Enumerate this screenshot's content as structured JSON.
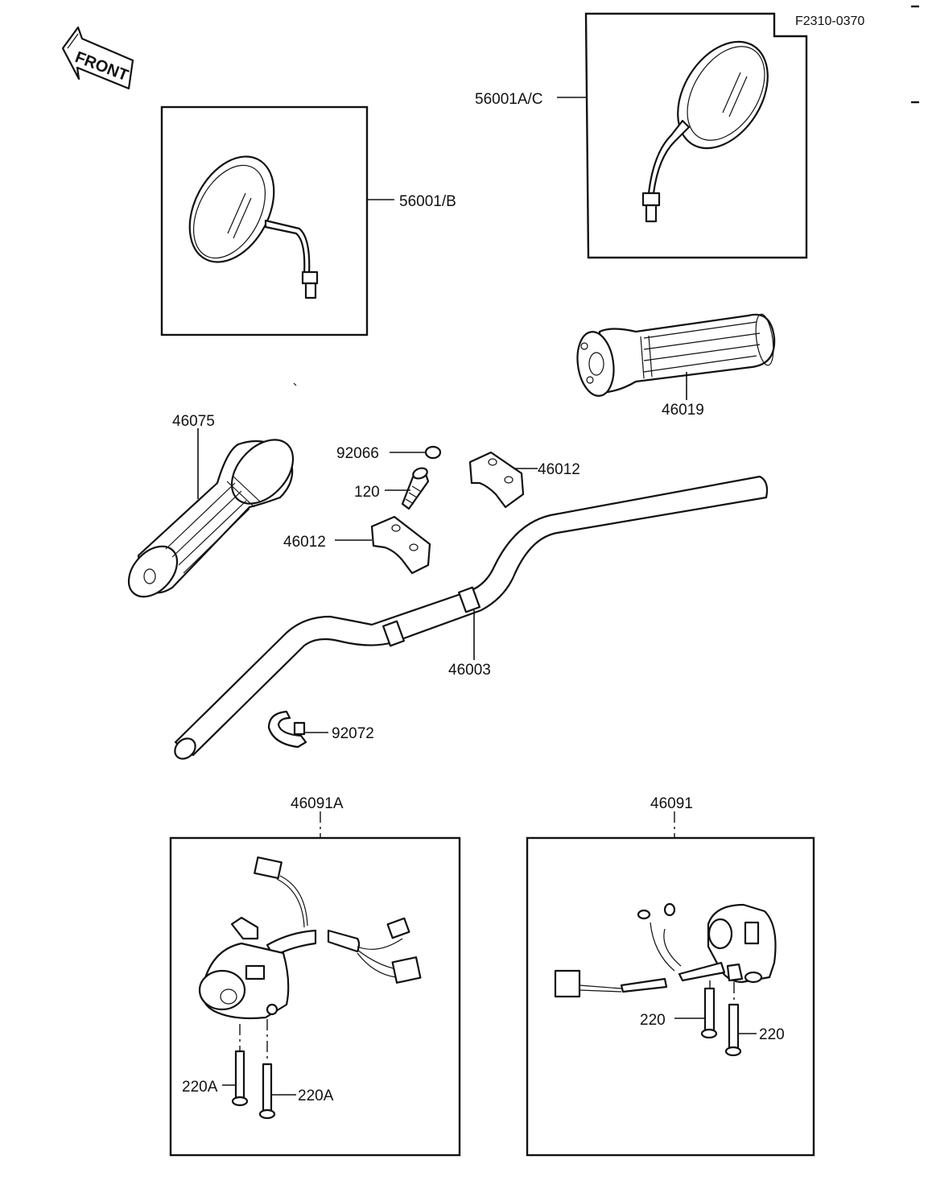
{
  "diagram": {
    "code": "F2310-0370",
    "front_label": "FRONT",
    "parts": {
      "mirror_left": "56001/B",
      "mirror_right": "56001A/C",
      "grip_right": "46019",
      "grip_left": "46075",
      "washer": "92066",
      "bolt": "120",
      "holder_upper": "46012",
      "holder_lower": "46012",
      "handlebar": "46003",
      "clamp": "92072",
      "switch_left": "46091A",
      "switch_right": "46091",
      "screw_left_a": "220A",
      "screw_left_b": "220A",
      "screw_right_a": "220",
      "screw_right_b": "220"
    }
  }
}
